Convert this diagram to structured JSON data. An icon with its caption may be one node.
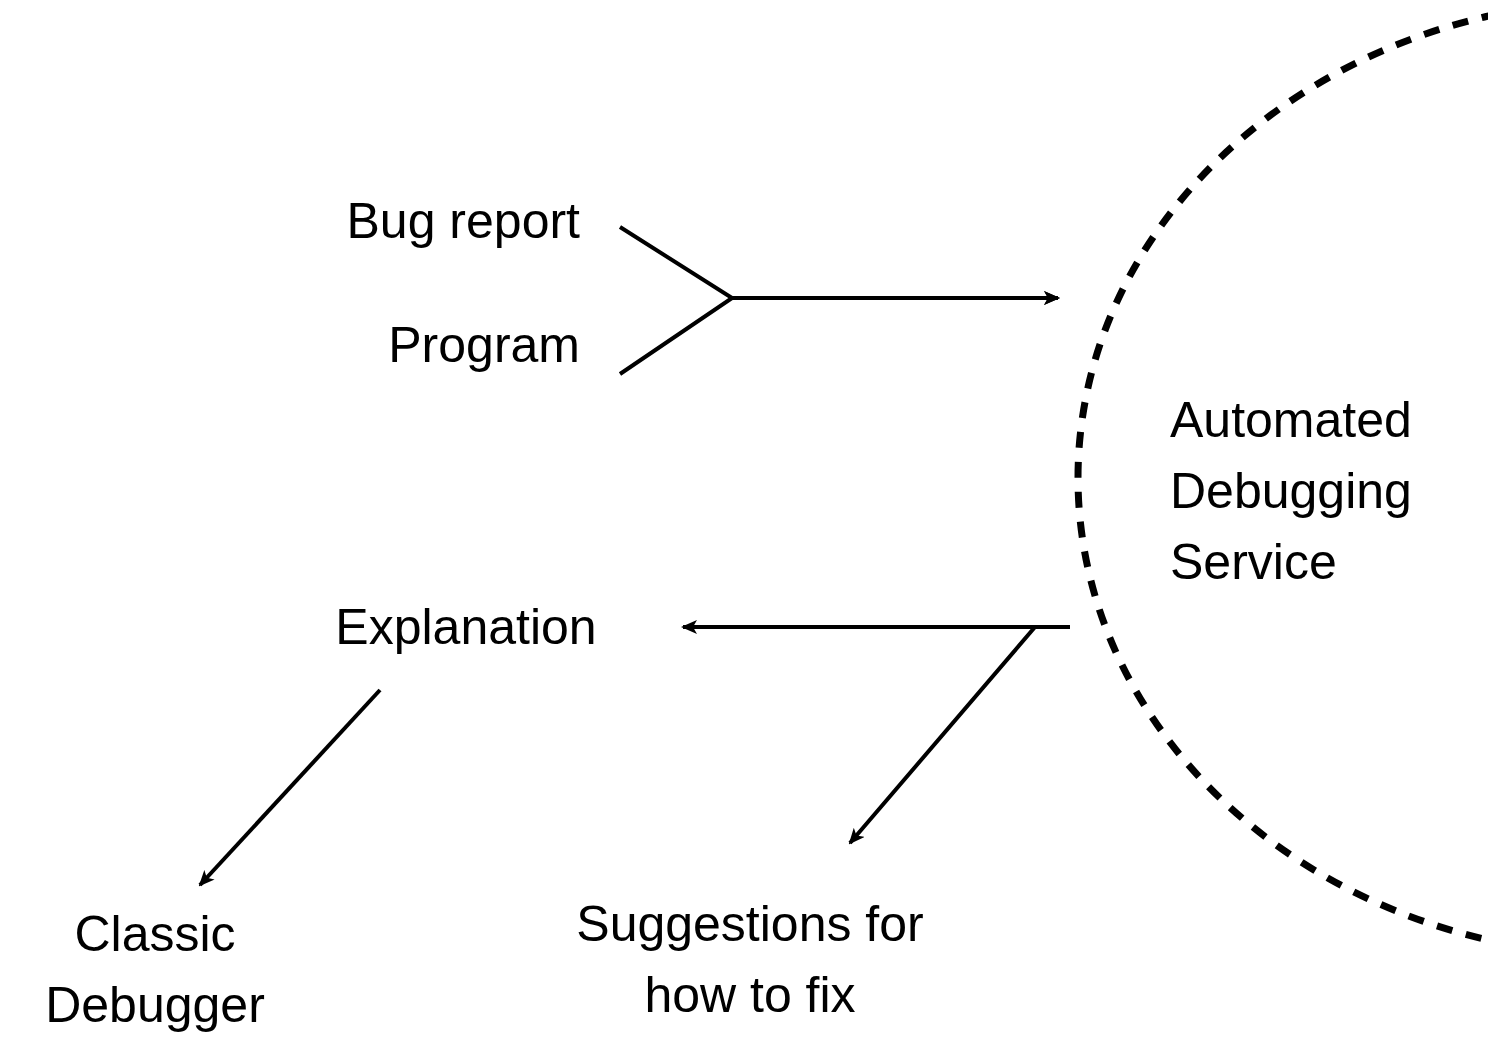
{
  "diagram": {
    "nodes": [
      {
        "text": [
          "Bug report"
        ]
      },
      {
        "text": [
          "Program"
        ]
      },
      {
        "text": [
          "Automated Debugging Service"
        ]
      },
      {
        "text": [
          "Explanation"
        ]
      },
      {
        "text": [
          "Classic Debugger"
        ]
      },
      {
        "text": [
          "Suggestions for how to fix"
        ]
      }
    ],
    "edges": [
      {
        "from": 0,
        "to": 2,
        "arrow": "to"
      },
      {
        "from": 1,
        "to": 2,
        "arrow": "to"
      },
      {
        "from": 2,
        "to": 3,
        "arrow": "to"
      },
      {
        "from": 2,
        "to": 5,
        "arrow": "to"
      },
      {
        "from": 3,
        "to": 4,
        "arrow": "to"
      }
    ]
  }
}
